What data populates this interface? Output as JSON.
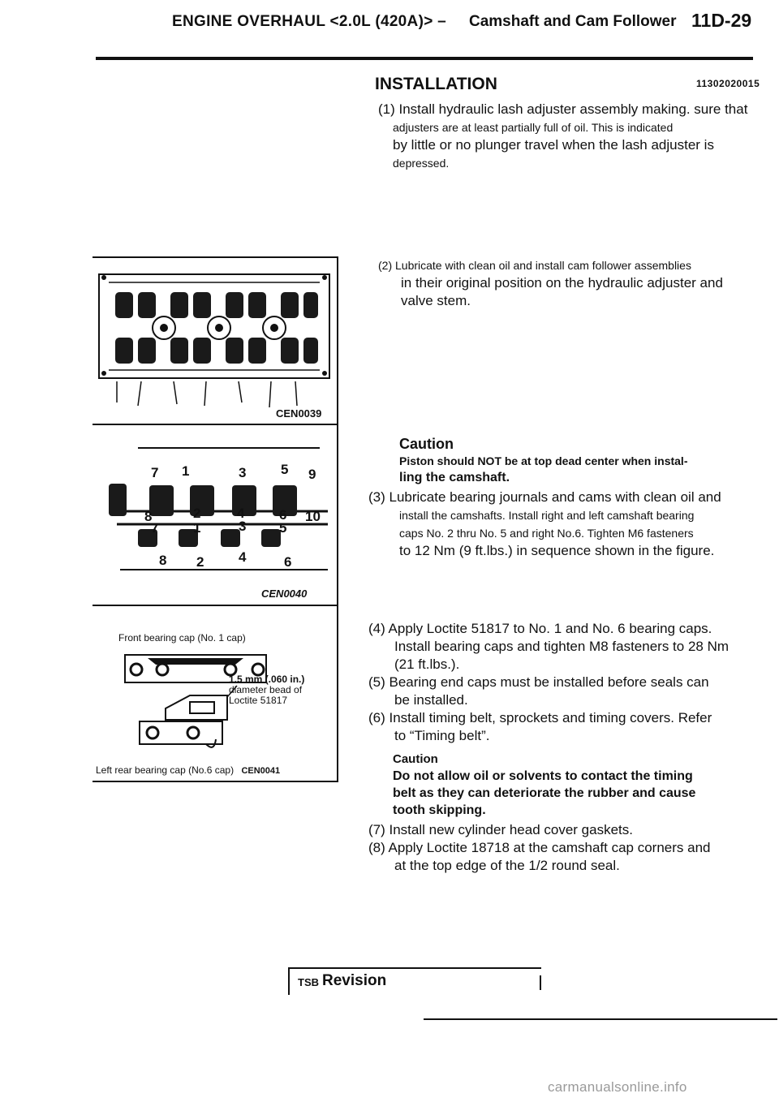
{
  "header": {
    "left": "ENGINE OVERHAUL <2.0L (420A)> –",
    "right": "Camshaft and Cam Follower",
    "code": "11D-29"
  },
  "section": {
    "title": "INSTALLATION",
    "code": "11302020015"
  },
  "steps": {
    "s1_a": "(1) Install hydraulic lash adjuster assembly making. sure that",
    "s1_b": "adjusters are at least partially full of oil. This is indicated",
    "s1_c": "by little or no plunger travel when the lash adjuster is",
    "s1_d": "depressed.",
    "s2_a": "(2) Lubricate with clean oil and install cam follower assemblies",
    "s2_b": "in their original position on the hydraulic adjuster and",
    "s2_c": "valve stem.",
    "caution1_title": "Caution",
    "caution1_a": "Piston should NOT be at top dead center when instal-",
    "caution1_b": "ling the camshaft.",
    "s3_a": "(3) Lubricate bearing journals and cams with clean oil and",
    "s3_b": "install the camshafts. Install right and left camshaft bearing",
    "s3_c": "caps No. 2 thru No. 5 and right No.6. Tighten M6 fasteners",
    "s3_d": "to 12 Nm (9 ft.lbs.) in sequence shown in the figure.",
    "s4_a": "(4) Apply Loctite 51817 to No. 1 and No. 6 bearing caps.",
    "s4_b": "Install bearing caps and tighten M8 fasteners to 28 Nm",
    "s4_c": "(21 ft.lbs.).",
    "s5_a": "(5) Bearing end caps must be installed before seals can",
    "s5_b": "be installed.",
    "s6_a": "(6) Install timing belt, sprockets and timing covers. Refer",
    "s6_b": "to “Timing belt”.",
    "caution2_title": "Caution",
    "caution2_a": "Do not allow oil or solvents to contact the timing",
    "caution2_b": "belt as they can deteriorate the rubber and cause",
    "caution2_c": "tooth skipping.",
    "s7": "(7) Install new cylinder head cover gaskets.",
    "s8_a": "(8) Apply Loctite 18718 at the camshaft cap corners and",
    "s8_b": "at the top edge of the 1/2 round seal."
  },
  "figures": {
    "fig1_code": "CEN0039",
    "fig2_code": "CEN0040",
    "fig2_numbers": [
      "7",
      "1",
      "3",
      "5",
      "9",
      "8",
      "2",
      "4",
      "6",
      "10",
      "7",
      "1",
      "3",
      "5",
      "8",
      "2",
      "4",
      "6"
    ],
    "fig3_top_label": "Front bearing cap (No. 1 cap)",
    "fig3_bead_a": "1.5 mm (.060 in.)",
    "fig3_bead_b": "diameter bead of",
    "fig3_bead_c": "Loctite 51817",
    "fig3_bottom_label": "Left rear bearing cap (No.6 cap)",
    "fig3_code": "CEN0041"
  },
  "footer": {
    "tsb_small": "TSB",
    "tsb_big": "Revision"
  },
  "watermark": "carmanualsonline.info"
}
